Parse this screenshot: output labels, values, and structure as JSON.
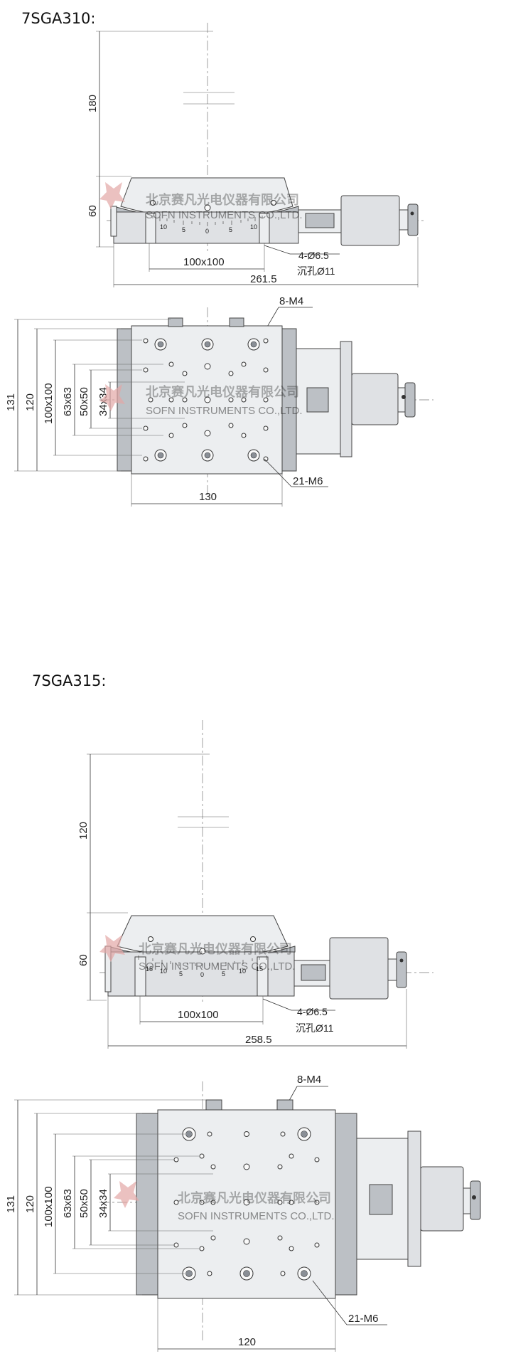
{
  "models": [
    {
      "title": "7SGA310:",
      "side": {
        "height_top": "180",
        "height_body": "60",
        "hole_pitch": "100x100",
        "hole_spec": "4-Ø6.5",
        "counterbore": "沉孔Ø11",
        "total_length": "261.5",
        "scale_labels": [
          "10",
          "5",
          "0",
          "5",
          "10"
        ]
      },
      "top": {
        "thread_small": "8-M4",
        "thread_large": "21-M6",
        "overall": "131",
        "width": "120",
        "pitch_100": "100x100",
        "pitch_63": "63x63",
        "pitch_50": "50x50",
        "pitch_34": "34x34",
        "length": "130"
      }
    },
    {
      "title": "7SGA315:",
      "side": {
        "height_top": "120",
        "height_body": "60",
        "hole_pitch": "100x100",
        "hole_spec": "4-Ø6.5",
        "counterbore": "沉孔Ø11",
        "total_length": "258.5",
        "scale_labels": [
          "15",
          "10",
          "5",
          "0",
          "5",
          "10",
          "15"
        ]
      },
      "top": {
        "thread_small": "8-M4",
        "thread_large": "21-M6",
        "overall": "131",
        "width": "120",
        "pitch_100": "100x100",
        "pitch_63": "63x63",
        "pitch_50": "50x50",
        "pitch_34": "34x34",
        "length": "120"
      }
    }
  ],
  "watermark": {
    "cn": "北京赛凡光电仪器有限公司",
    "en": "SOFN INSTRUMENTS CO.,LTD.",
    "color": "#c9302c"
  }
}
